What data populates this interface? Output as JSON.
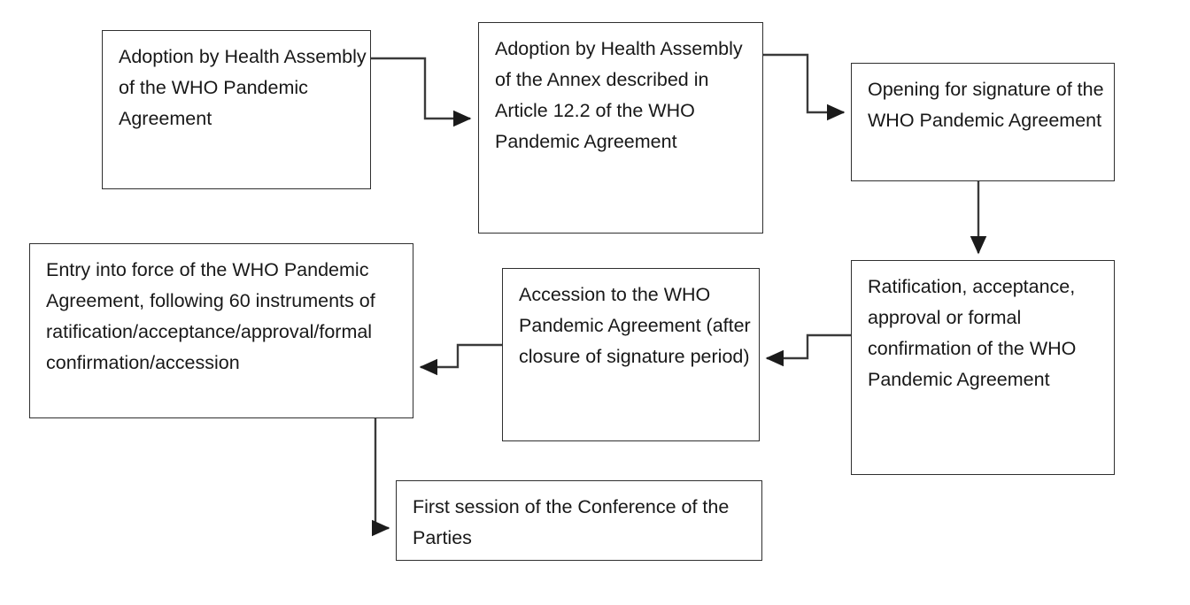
{
  "diagram": {
    "title": "WHO Pandemic Agreement process flowchart",
    "type": "flowchart",
    "background_color": "#ffffff",
    "box_border_color": "#2f2f2f",
    "connector_color": "#3a3a3a",
    "text_color": "#181818",
    "nodes": [
      {
        "id": "adoption-agreement",
        "label": "Adoption by Health Assembly of the WHO Pandemic Agreement"
      },
      {
        "id": "adoption-annex",
        "label": "Adoption by Health Assembly of the Annex described in Article 12.2 of the WHO Pandemic Agreement"
      },
      {
        "id": "opening-signature",
        "label": "Opening for signature of the WHO Pandemic Agreement"
      },
      {
        "id": "ratification",
        "label": "Ratification, acceptance, approval or formal confirmation of the WHO Pandemic Agreement"
      },
      {
        "id": "accession",
        "label": "Accession to the WHO Pandemic Agreement (after closure of signature period)"
      },
      {
        "id": "entry-into-force",
        "label": "Entry into force of the WHO Pandemic Agreement, following 60 instruments of ratification/acceptance/approval/formal confirmation/accession"
      },
      {
        "id": "first-cop",
        "label": "First session of the Conference of the Parties"
      }
    ],
    "edges": [
      {
        "id": "e1",
        "from": "adoption-agreement",
        "to": "adoption-annex",
        "label": ""
      },
      {
        "id": "e2",
        "from": "adoption-annex",
        "to": "opening-signature",
        "label": ""
      },
      {
        "id": "e3",
        "from": "opening-signature",
        "to": "ratification",
        "label": ""
      },
      {
        "id": "e4",
        "from": "ratification",
        "to": "accession",
        "label": ""
      },
      {
        "id": "e5",
        "from": "accession",
        "to": "entry-into-force",
        "label": ""
      },
      {
        "id": "e6",
        "from": "entry-into-force",
        "to": "first-cop",
        "label": ""
      }
    ]
  }
}
